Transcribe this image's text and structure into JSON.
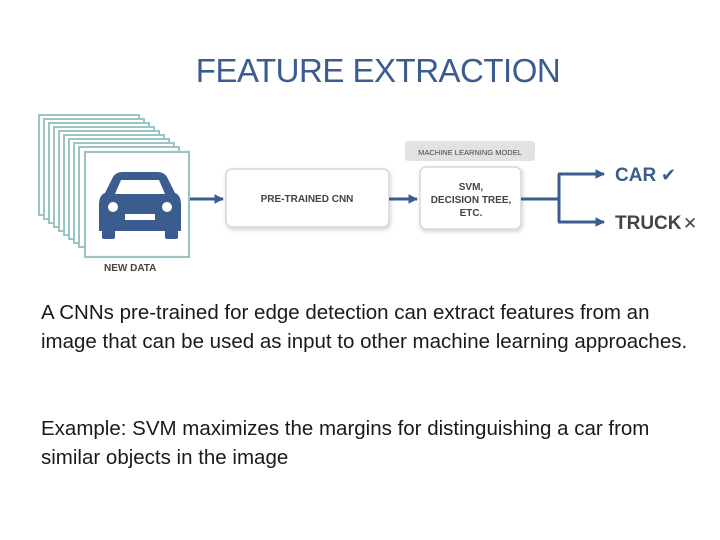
{
  "slide": {
    "title": "FEATURE EXTRACTION",
    "diagram": {
      "input_label": "NEW DATA",
      "stage1_label": "PRE-TRAINED CNN",
      "model_tag": "MACHINE LEARNING MODEL",
      "stage2_lines": [
        "SVM,",
        "DECISION TREE,",
        "ETC."
      ],
      "outputs": [
        {
          "label": "CAR",
          "mark": "✔"
        },
        {
          "label": "TRUCK",
          "mark": "✕"
        }
      ]
    },
    "paragraphs": [
      "A CNNs pre-trained for edge detection can extract features from an image that can be used as input to other machine learning approaches.",
      "Example: SVM maximizes the margins for distinguishing a car from similar objects in the image"
    ]
  },
  "colors": {
    "brand_blue": "#3a5c8f",
    "accent_teal": "#9bc4c4",
    "box_gray": "#d6d6d6",
    "box_fill": "#ffffff",
    "tag_fill": "#e2e2e2",
    "text_dark": "#444444"
  }
}
